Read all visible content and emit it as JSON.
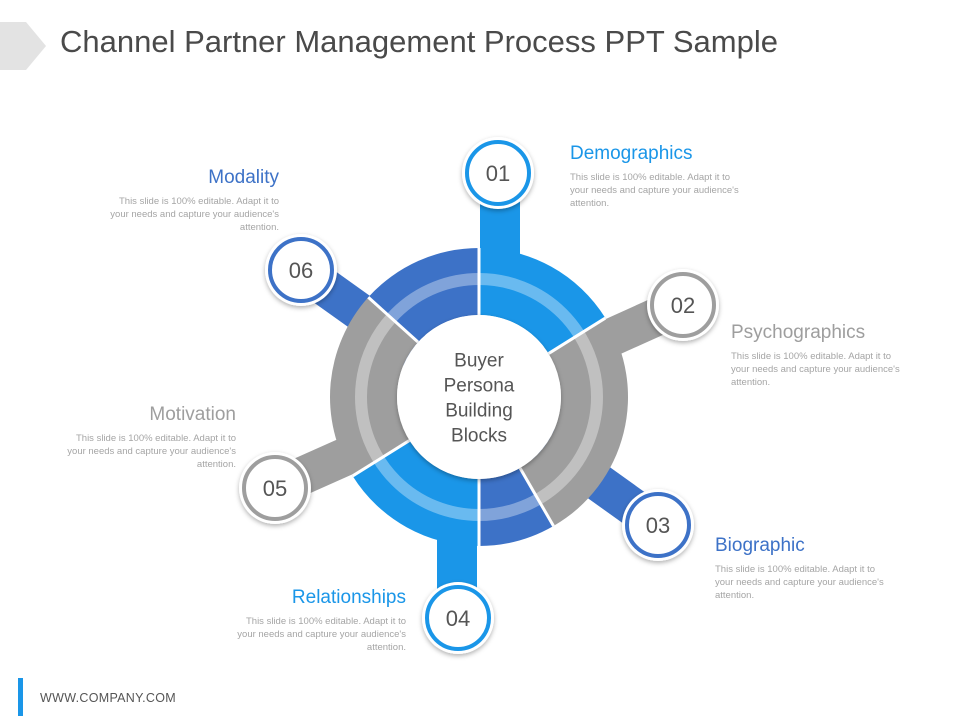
{
  "title": "Channel Partner Management Process PPT Sample",
  "center": {
    "lines": [
      "Buyer",
      "Persona",
      "Building",
      "Blocks"
    ]
  },
  "colors": {
    "light_blue": "#1a96e8",
    "mid_blue": "#3d72c7",
    "gray": "#9e9e9e",
    "title": "#4a4a4a",
    "desc": "#a5a5a5"
  },
  "steps": [
    {
      "num": "01",
      "title": "Demographics",
      "desc": "This slide is 100% editable. Adapt it to your needs and capture your audience's attention.",
      "color": "#1a96e8"
    },
    {
      "num": "02",
      "title": "Psychographics",
      "desc": "This slide is 100% editable. Adapt it to your needs and capture your audience's attention.",
      "color": "#9e9e9e"
    },
    {
      "num": "03",
      "title": "Biographic",
      "desc": "This slide is 100% editable. Adapt it to your needs and capture your audience's attention.",
      "color": "#3d72c7"
    },
    {
      "num": "04",
      "title": "Relationships",
      "desc": "This slide is 100% editable. Adapt it to your needs and capture your audience's attention.",
      "color": "#1a96e8"
    },
    {
      "num": "05",
      "title": "Motivation",
      "desc": "This slide is 100% editable. Adapt it to your needs and capture your audience's attention.",
      "color": "#9e9e9e"
    },
    {
      "num": "06",
      "title": "Modality",
      "desc": "This slide is 100% editable. Adapt it to your needs and capture your audience's attention.",
      "color": "#3d72c7"
    }
  ],
  "footer": {
    "text": "WWW.COMPANY.COM"
  }
}
